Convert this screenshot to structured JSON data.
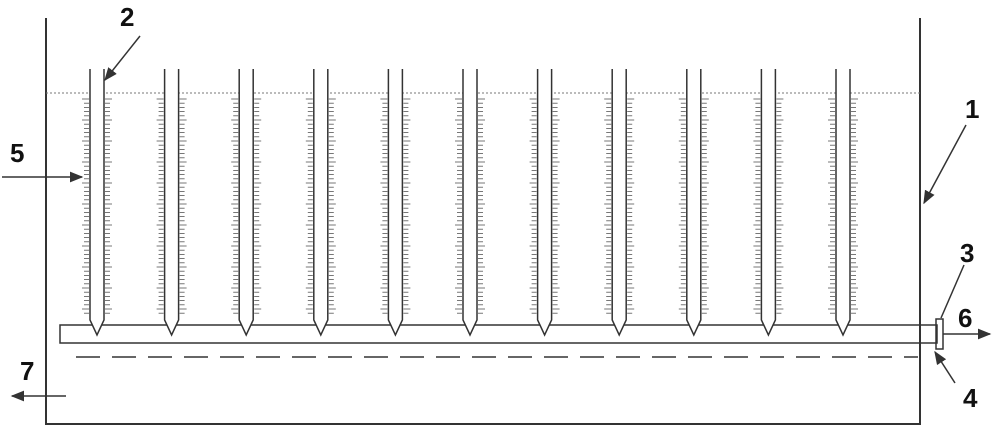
{
  "colors": {
    "line": "#333333",
    "water_line": "#777777",
    "ink": "#111111",
    "background": "#ffffff"
  },
  "diagram": {
    "labels": {
      "tank": "1",
      "tube": "2",
      "valve": "3",
      "sediment_line": "4",
      "inflow": "5",
      "outflow": "6",
      "drain": "7"
    },
    "tube_count": 11
  }
}
